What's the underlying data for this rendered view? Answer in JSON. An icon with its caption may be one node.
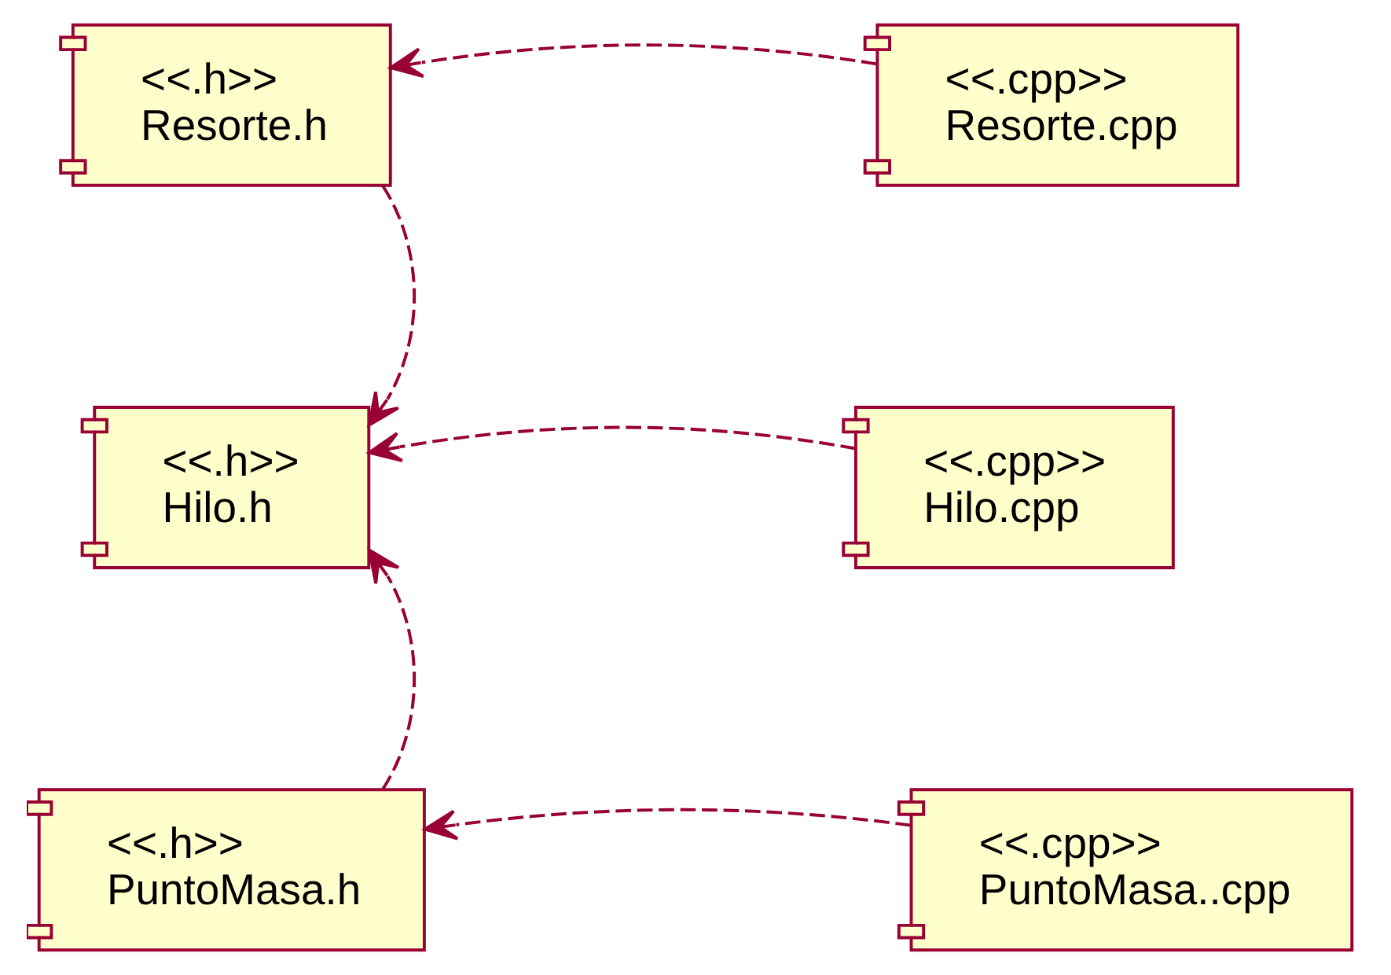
{
  "diagram": {
    "nodes": [
      {
        "text": [
          "<<.h>>",
          "Resorte.h"
        ]
      },
      {
        "text": [
          "<<.cpp>>",
          "Resorte.cpp"
        ]
      },
      {
        "text": [
          "<<.h>>",
          "Hilo.h"
        ]
      },
      {
        "text": [
          "<<.cpp>>",
          "Hilo.cpp"
        ]
      },
      {
        "text": [
          "<<.h>>",
          "PuntoMasa.h"
        ]
      },
      {
        "text": [
          "<<.cpp>>",
          "PuntoMasa..cpp"
        ]
      }
    ],
    "edges": [
      {
        "from": 1,
        "to": 0,
        "arrow": "to",
        "style": "dashed"
      },
      {
        "from": 0,
        "to": 2,
        "arrow": "to",
        "style": "dashed"
      },
      {
        "from": 3,
        "to": 2,
        "arrow": "to",
        "style": "dashed"
      },
      {
        "from": 4,
        "to": 2,
        "arrow": "to",
        "style": "dashed"
      },
      {
        "from": 5,
        "to": 4,
        "arrow": "to",
        "style": "dashed"
      }
    ]
  }
}
